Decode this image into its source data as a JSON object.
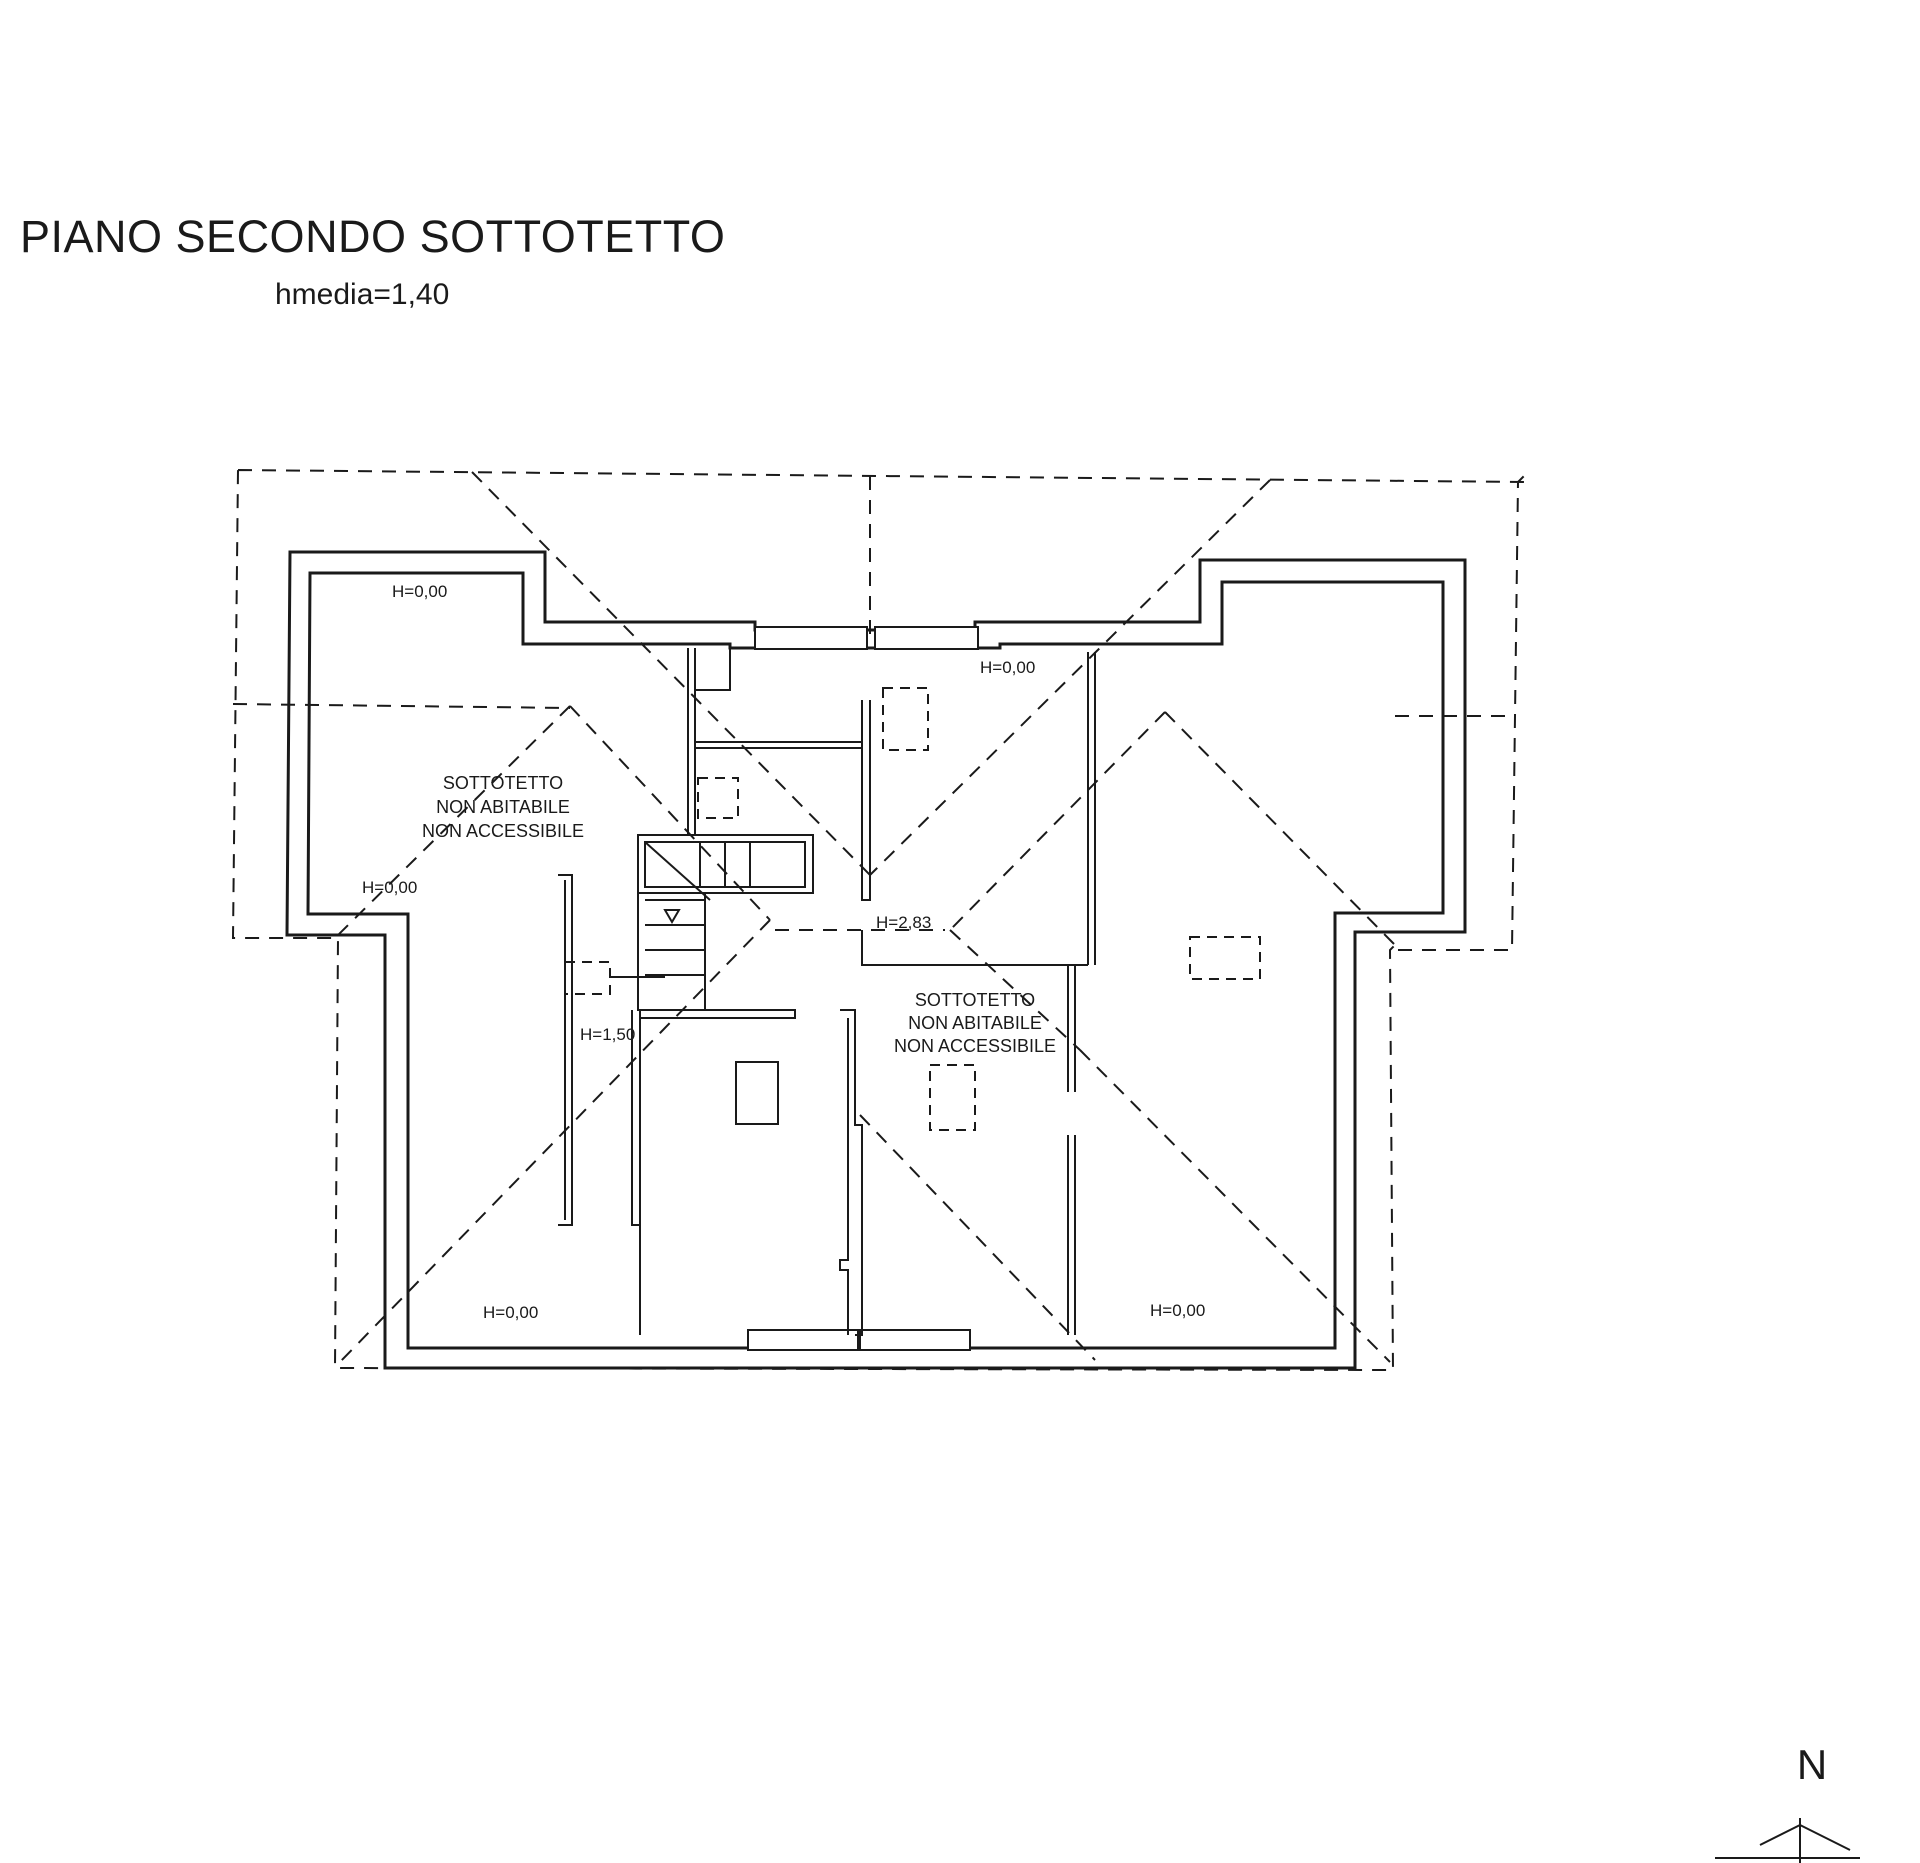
{
  "plan": {
    "title": "PIANO SECONDO SOTTOTETTO",
    "subtitle": "hmedia=1,40",
    "height_labels": {
      "top_left": "H=0,00",
      "top_center": "H=0,00",
      "left_mid": "H=0,00",
      "stair": "H=1,50",
      "ridge": "H=2,83",
      "bottom_left": "H=0,00",
      "bottom_right": "H=0,00"
    },
    "rooms": {
      "left": {
        "line1": "SOTTOTETTO",
        "line2": "NON ABITABILE",
        "line3": "NON ACCESSIBILE"
      },
      "center": {
        "line1": "SOTTOTETTO",
        "line2": "NON ABITABILE",
        "line3": "NON ACCESSIBILE"
      }
    },
    "north_label": "N",
    "icons": {
      "north_arrow": "north-arrow-icon"
    }
  }
}
